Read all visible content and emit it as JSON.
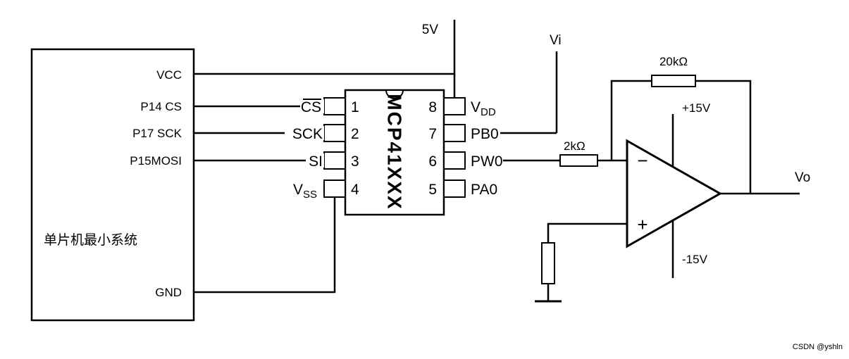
{
  "colors": {
    "ink": "#000000",
    "watermark": "#e08e8e"
  },
  "watermark": {
    "text": "CSDN @yshln"
  },
  "mcu": {
    "label": "单片机最小系统",
    "pins": {
      "vcc": "VCC",
      "cs": "P14 CS",
      "sck": "P17 SCK",
      "mosi": "P15MOSI",
      "gnd": "GND"
    }
  },
  "ic": {
    "name": "MCP41XXX",
    "left_pins": [
      {
        "num": "1",
        "label": "CS"
      },
      {
        "num": "2",
        "label": "SCK"
      },
      {
        "num": "3",
        "label": "SI"
      },
      {
        "num": "4",
        "label_base": "V",
        "label_sub": "SS"
      }
    ],
    "right_pins": [
      {
        "num": "8",
        "label_base": "V",
        "label_sub": "DD"
      },
      {
        "num": "7",
        "label": "PB0"
      },
      {
        "num": "6",
        "label": "PW0"
      },
      {
        "num": "5",
        "label": "PA0"
      }
    ]
  },
  "supplies": {
    "v5": "5V",
    "vi": "Vi",
    "vo": "Vo",
    "vplus": "+15V",
    "vminus": "-15V"
  },
  "resistors": {
    "feedback": "20kΩ",
    "input": "2kΩ"
  },
  "opamp": {
    "minus_sign": "−",
    "plus_sign": "+"
  }
}
